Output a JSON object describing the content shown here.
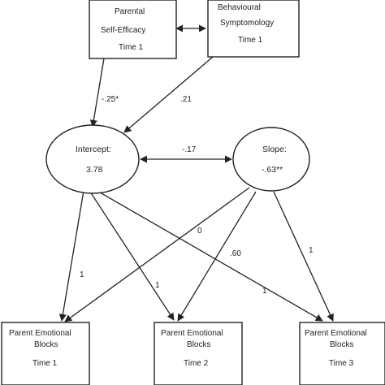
{
  "nodes": {
    "parental_self_efficacy": {
      "lines": [
        "Parental",
        "Self-Efficacy",
        "Time 1"
      ]
    },
    "behavioural_symptomology": {
      "lines": [
        "Behavioural",
        "Symptomology",
        "Time 1"
      ]
    },
    "intercept": {
      "label": "Intercept:",
      "value": "3.78"
    },
    "slope": {
      "label": "Slope:",
      "value": "-.63**"
    },
    "peb_time1": {
      "lines": [
        "Parent Emotional",
        "Blocks",
        "Time 1"
      ]
    },
    "peb_time2": {
      "lines": [
        "Parent Emotional",
        "Blocks",
        "Time 2"
      ]
    },
    "peb_time3": {
      "lines": [
        "Parent Emotional",
        "Blocks",
        "Time 3"
      ]
    }
  },
  "coefficients": {
    "pse_to_intercept": "-.25*",
    "bs_to_intercept": ".21",
    "intercept_slope": "-.17",
    "intercept_t1": "1",
    "intercept_t2": "1",
    "intercept_t3": "1",
    "slope_t1": "0",
    "slope_t2": ".60",
    "slope_t3": "1"
  },
  "colors": {
    "stroke": "#222222",
    "background": "#ffffff"
  }
}
